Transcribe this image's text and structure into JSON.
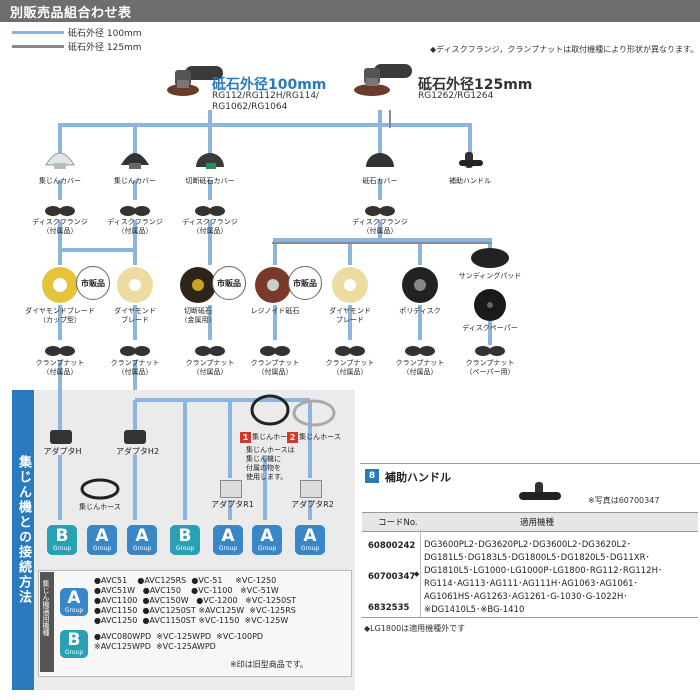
{
  "header": {
    "title": "別販売品組合わせ表"
  },
  "legend": [
    {
      "label": "砥石外径 100mm",
      "color": "#8db4dc"
    },
    {
      "label": "砥石外径 125mm",
      "color": "#8a8a8a"
    }
  ],
  "note_top": "◆ディスクフランジ，クランプナットは取付機種により形状が異なります。",
  "grinder100": {
    "title": "砥石外径100mm",
    "models": "RG112/RG112H/RG114/\nRG1062/RG1064"
  },
  "grinder125": {
    "title": "砥石外径125mm",
    "models": "RG1262/RG1264"
  },
  "row1": [
    {
      "label": "集じんカバー"
    },
    {
      "label": "集じんカバー"
    },
    {
      "label": "切断砥石カバー"
    },
    {
      "label": "砥石カバー"
    },
    {
      "label": "補助ハンドル"
    }
  ],
  "row2": [
    {
      "label": "ディスクフランジ\n（付属品）"
    },
    {
      "label": "ディスクフランジ\n（付属品）"
    },
    {
      "label": "ディスクフランジ\n（付属品）"
    },
    {
      "label": "ディスクフランジ\n（付属品）"
    }
  ],
  "badge_text": "市販品",
  "row3": [
    {
      "label": "ダイヤモンドブレード\n（カップ型）"
    },
    {
      "label": "ダイヤモンド\nブレード"
    },
    {
      "label": "切断砥石\n（金属用）"
    },
    {
      "label": "レジノイド砥石"
    },
    {
      "label": "ダイヤモンド\nブレード"
    },
    {
      "label": "ポリディスク"
    },
    {
      "label": "サンディングパッド"
    },
    {
      "label": "ディスクペーパー"
    }
  ],
  "row4": [
    {
      "label": "クランプナット\n（付属品）"
    },
    {
      "label": "クランプナット\n（付属品）"
    },
    {
      "label": "クランプナット\n（付属品）"
    },
    {
      "label": "クランプナット\n（付属品）"
    },
    {
      "label": "クランプナット\n（付属品）"
    },
    {
      "label": "クランプナット\n（付属品）"
    },
    {
      "label": "クランプナット\n（ペーパー用）"
    }
  ],
  "side_label": "集じん機との接続方法",
  "adapters": [
    {
      "label": "アダプタH"
    },
    {
      "label": "アダプタH2"
    },
    {
      "label": "アダプタR1"
    },
    {
      "label": "アダプタR2"
    }
  ],
  "hoses": [
    {
      "num": "1",
      "label": "集じんホース"
    },
    {
      "num": "2",
      "label": "集じんホース"
    }
  ],
  "hose_left_label": "集じんホース",
  "hose_note": "集じんホースは\n集じん機に\n付属の物を\n使用します。",
  "groups_row": [
    "B",
    "A",
    "A",
    "B",
    "A",
    "A",
    "A"
  ],
  "group_word": "Group",
  "dust_box_label": "集じん機適用機種",
  "group_a_list": [
    "●AVC51    ●AVC125RS  ●VC-51     ※VC-1250",
    "●AVC51W   ●AVC150    ●VC-1100   ※VC-51W",
    "●AVC1100  ●AVC150W   ●VC-1200   ※VC-1250ST",
    "●AVC1150  ●AVC1250ST ※AVC125W  ※VC-125RS",
    "●AVC1250  ●AVC1150ST ※VC-1150  ※VC-125W"
  ],
  "group_b_list": [
    "●AVC080WPD  ※VC-125WPD  ※VC-100PD",
    "※AVC125WPD  ※VC-125AWPD"
  ],
  "old_note": "※印は旧型商品です。",
  "handle": {
    "num": "8",
    "title": "補助ハンドル",
    "photo_note": "※写真は60700347",
    "col_code": "コードNo.",
    "col_models": "適用機種",
    "codes": [
      "60800242",
      "60700347",
      "6832535"
    ],
    "code_marks": [
      "",
      "◆",
      ""
    ],
    "models_text": [
      "DG3600PL2･DG3620PL2･DG3600L2･DG3620L2･",
      "DG181L5･DG183L5･DG1800L5･DG1820L5･DG11XR･",
      "DG1810L5･LG1000･LG1000P･LG1800･RG112･RG112H･",
      "RG114･AG113･AG111･AG111H･AG1063･AG1061･",
      "AG1061HS･AG1263･AG1261･G-1030･G-1022H･",
      "※DG1410L5･※BG-1410"
    ],
    "footnote": "◆LG1800は適用機種外です"
  },
  "colors": {
    "blue": "#8db4dc",
    "gray": "#8a8a8a",
    "groupA": "#3a87c8",
    "groupB": "#2aa0b5",
    "accent": "#2a7abf"
  }
}
